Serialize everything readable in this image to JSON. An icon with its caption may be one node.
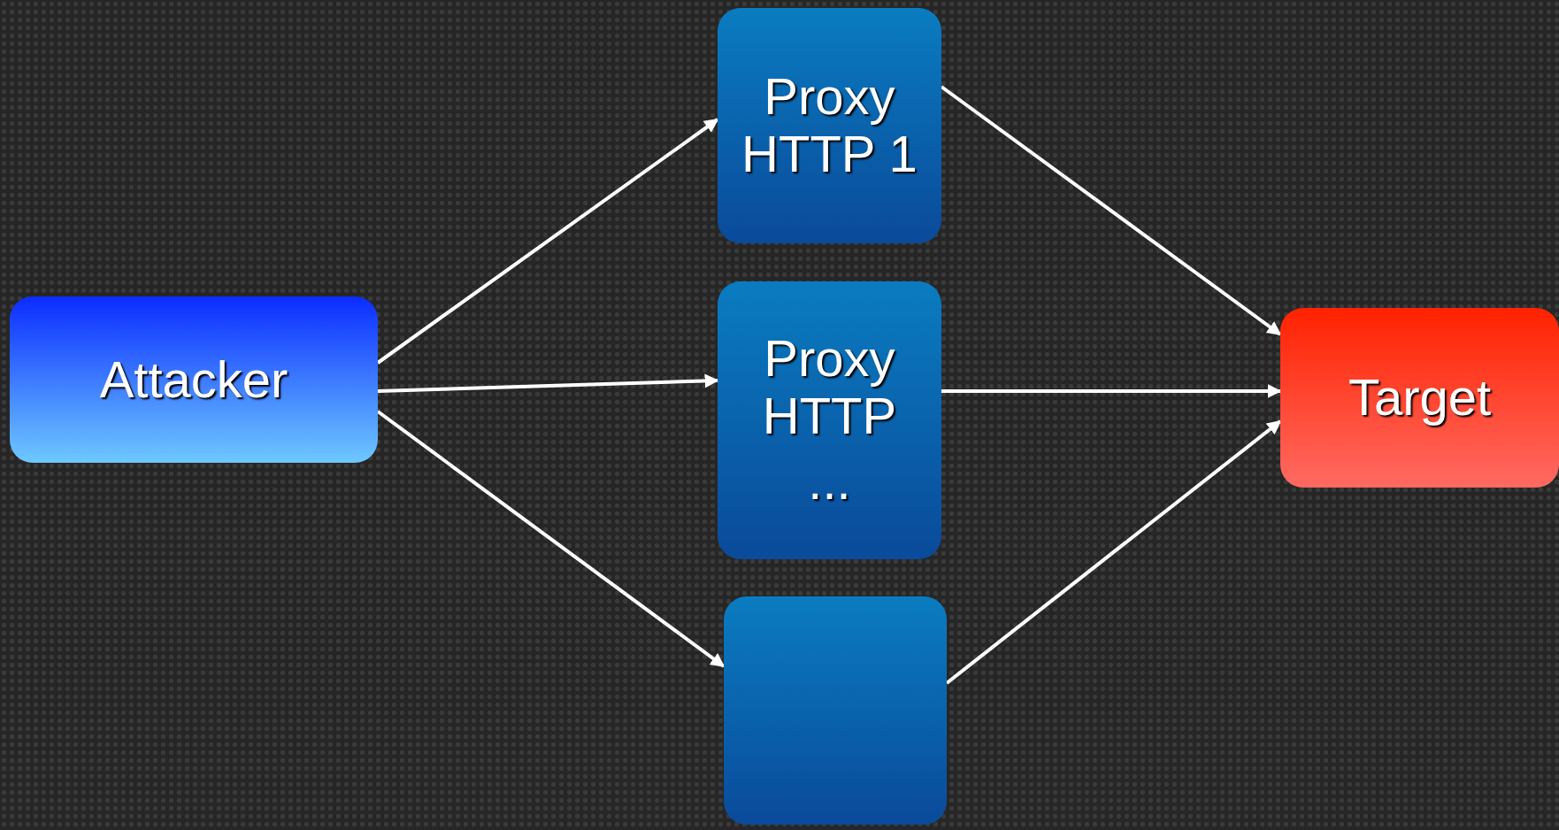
{
  "diagram": {
    "nodes": [
      {
        "text": [
          "Attacker"
        ]
      },
      {
        "text": [
          "Proxy HTTP 1"
        ]
      },
      {
        "text": [
          "Proxy HTTP",
          "..."
        ]
      },
      {
        "text": [],
        "shape": "box"
      },
      {
        "text": [
          "Target"
        ]
      }
    ],
    "edges": [
      {
        "from": 0,
        "to": 1,
        "arrow": "to"
      },
      {
        "from": 0,
        "to": 2,
        "arrow": "to"
      },
      {
        "from": 0,
        "to": 3,
        "arrow": "to"
      },
      {
        "from": 1,
        "to": 4,
        "arrow": "to"
      },
      {
        "from": 2,
        "to": 4,
        "arrow": "to"
      },
      {
        "from": 3,
        "to": 4,
        "arrow": "to"
      }
    ]
  }
}
